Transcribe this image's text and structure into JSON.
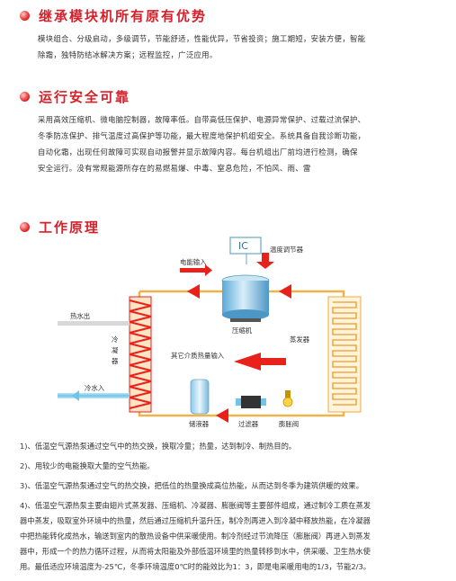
{
  "sections": [
    {
      "title": "继承模块机所有原有优势",
      "lines": [
        "模块组合、分级启动，多级调节，节能舒适，性能优异，节省投资；施工期短，安装方便，智能",
        "除霜，独特防结冰解决方案；远程监控，广泛应用。"
      ]
    },
    {
      "title": "运行安全可靠",
      "lines": [
        "采用高效压缩机、微电脑控制器，故障率低。自带高低压保护、电源异常保护、过载过流保护、",
        "冬季防冻保护、排气温度过高保护等功能，最大程度地保护机组安全。系统具备自我诊断功能，",
        "自动化霜，出现任何故障可实现自动报警并显示故障内容。每台机组出厂前均进行检测，确保",
        "安全运行。没有常规能源所存在的易燃易爆、中毒、窒息危险，不怕风、雨、雷"
      ]
    },
    {
      "title": "工作原理",
      "lines": []
    }
  ],
  "diagram": {
    "ic_label": "IC",
    "thermostat_label": "温度调节器",
    "power_input_label": "电能输入",
    "hot_water_out_label": "热水出",
    "condenser_label": "冷凝器",
    "compressor_label": "压缩机",
    "evaporator_label": "蒸发器",
    "other_heat_label": "其它介质热量输入",
    "cold_water_in_label": "冷水入",
    "receiver_label": "储液器",
    "filter_label": "过滤器",
    "expansion_valve_label": "膨胀阀",
    "colors": {
      "condenser": "#e8221b",
      "evaporator": "#f4a83a",
      "pipe": "#f0b24a",
      "arrow": "#e8221b",
      "compressor": "#7ec3e6",
      "water_pipe": "#6ec4ea"
    }
  },
  "notes": [
    {
      "lines": [
        "1)、低温空气源热泵通过空气中的热交换，换取冷量；热量，达到制冷、制热目的。"
      ]
    },
    {
      "lines": [
        "2)、用较少的电能换取大量的空气热能。"
      ]
    },
    {
      "lines": [
        "3)、低温空气源热泵通过空气的热交换，把低位的热量换成高位热能，从而达到冬季为建筑供暖的效果。"
      ]
    },
    {
      "lines": [
        "4)、低温空气源热泵主要由翅片式蒸发器、压缩机、冷凝器、膨胀阀等主要部件组成，通过制冷工质在蒸发",
        "器中蒸发，吸取室外环境中的热量，然后通过压缩机升温升压，制冷剂再进入到冷凝中释放热能，在冷凝器",
        "中把热能转化成热水，输送到室内的散热设备中供采暖使用。制冷剂经过节流降压（膨胀阀）再进入到蒸发",
        "器中，形成一个的热力循环过程，从而将太阳能及外部低温环境里的热量转移到水中，供采暖、卫生热水使",
        "用。最低适应环境温度为-25℃，冬季环境温度0℃时的能效比为1：3，即是电采暖用电的1/3，节能2/3。"
      ]
    }
  ]
}
